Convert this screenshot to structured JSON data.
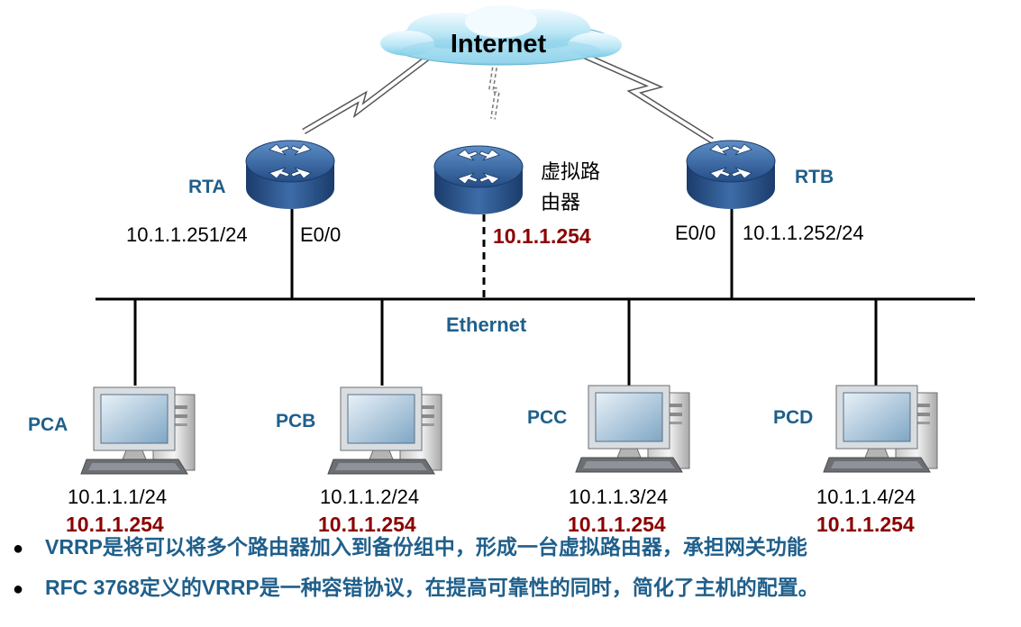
{
  "internet": {
    "label": "Internet"
  },
  "routers": {
    "rta": {
      "name": "RTA",
      "ip": "10.1.1.251/24",
      "iface": "E0/0"
    },
    "virtual": {
      "name_line1": "虚拟路",
      "name_line2": "由器",
      "ip": "10.1.1.254"
    },
    "rtb": {
      "name": "RTB",
      "ip": "10.1.1.252/24",
      "iface": "E0/0"
    }
  },
  "network": {
    "label": "Ethernet"
  },
  "pcs": [
    {
      "name": "PCA",
      "ip": "10.1.1.1/24",
      "gateway": "10.1.1.254"
    },
    {
      "name": "PCB",
      "ip": "10.1.1.2/24",
      "gateway": "10.1.1.254"
    },
    {
      "name": "PCC",
      "ip": "10.1.1.3/24",
      "gateway": "10.1.1.254"
    },
    {
      "name": "PCD",
      "ip": "10.1.1.4/24",
      "gateway": "10.1.1.254"
    }
  ],
  "bullets": [
    "VRRP是将可以将多个路由器加入到备份组中，形成一台虚拟路由器，承担网关功能",
    "RFC 3768定义的VRRP是一种容错协议，在提高可靠性的同时，简化了主机的配置。"
  ],
  "colors": {
    "label_blue": "#1f5f8b",
    "ip_red": "#8b0000",
    "router_blue": "#2f5f96"
  }
}
